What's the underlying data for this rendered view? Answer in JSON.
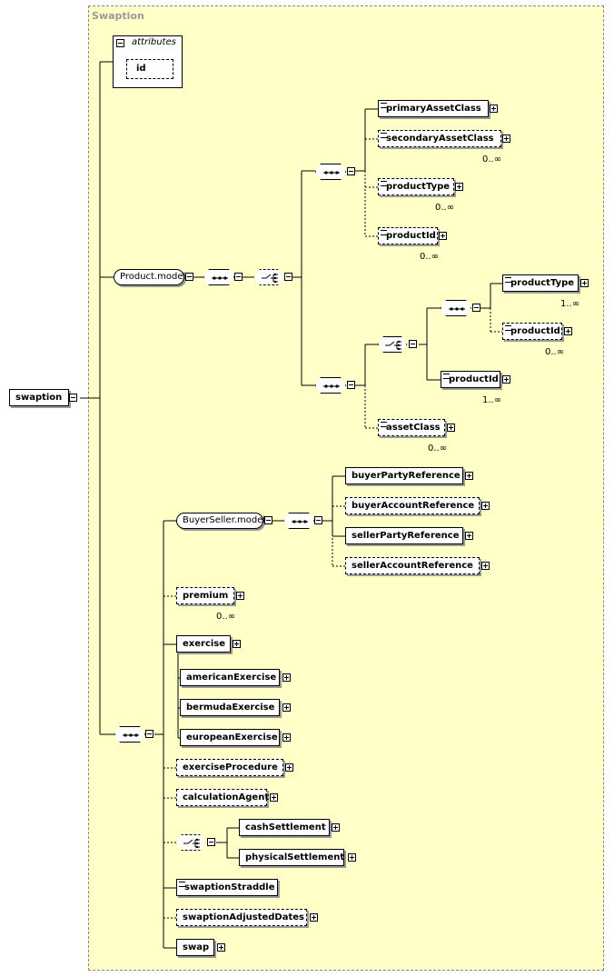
{
  "diagram": {
    "title": "Swaption",
    "root": "swaption",
    "attributes": {
      "label": "attributes",
      "items": [
        "id"
      ]
    },
    "groups": {
      "product_model": "Product.model",
      "buyerseller_model": "BuyerSeller.model"
    },
    "elements": {
      "primaryAssetClass": "primaryAssetClass",
      "secondaryAssetClass": "secondaryAssetClass",
      "productType_a": "productType",
      "productId_a": "productId",
      "productType_b": "productType",
      "productId_b": "productId",
      "productId_c": "productId",
      "assetClass": "assetClass",
      "buyerPartyReference": "buyerPartyReference",
      "buyerAccountReference": "buyerAccountReference",
      "sellerPartyReference": "sellerPartyReference",
      "sellerAccountReference": "sellerAccountReference",
      "premium": "premium",
      "exercise": "exercise",
      "americanExercise": "americanExercise",
      "bermudaExercise": "bermudaExercise",
      "europeanExercise": "europeanExercise",
      "exerciseProcedure": "exerciseProcedure",
      "calculationAgent": "calculationAgent",
      "cashSettlement": "cashSettlement",
      "physicalSettlement": "physicalSettlement",
      "swaptionStraddle": "swaptionStraddle",
      "swaptionAdjustedDates": "swaptionAdjustedDates",
      "swap": "swap"
    },
    "occurrences": {
      "zero_many": "0..∞",
      "one_many": "1..∞"
    }
  }
}
